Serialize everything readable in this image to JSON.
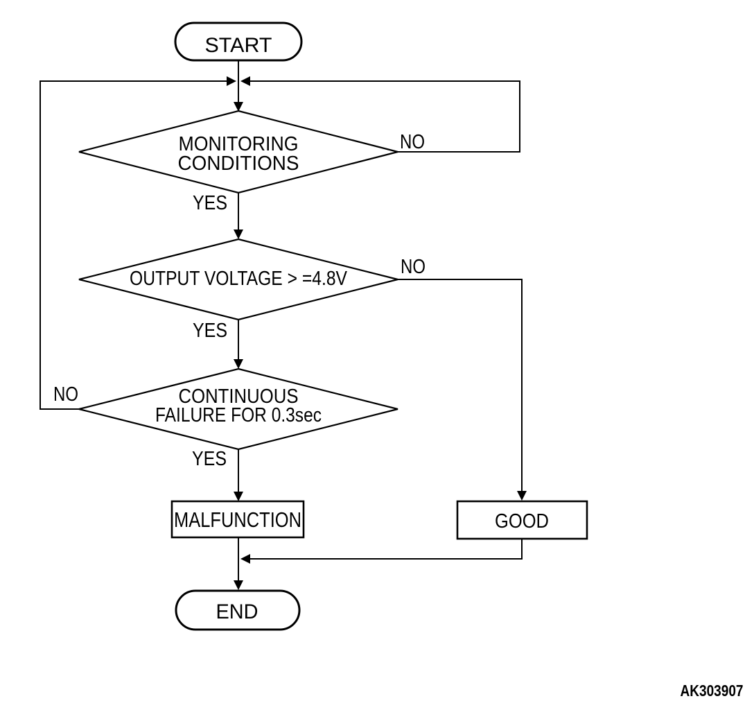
{
  "figure": {
    "code": "AK303907",
    "background_color": "#ffffff",
    "ink_color": "#000000"
  },
  "nodes": {
    "start": {
      "label": "START",
      "type": "terminal"
    },
    "decision1": {
      "line1": "MONITORING",
      "line2": "CONDITIONS",
      "type": "decision"
    },
    "decision2": {
      "label": "OUTPUT VOLTAGE > =4.8V",
      "type": "decision"
    },
    "decision3": {
      "line1": "CONTINUOUS",
      "line2": "FAILURE FOR 0.3sec",
      "type": "decision"
    },
    "malfunction": {
      "label": "MALFUNCTION",
      "type": "process"
    },
    "good": {
      "label": "GOOD",
      "type": "process"
    },
    "end": {
      "label": "END",
      "type": "terminal"
    }
  },
  "branch_labels": {
    "d1_yes": "YES",
    "d1_no": "NO",
    "d2_yes": "YES",
    "d2_no": "NO",
    "d3_yes": "YES",
    "d3_no": "NO"
  }
}
